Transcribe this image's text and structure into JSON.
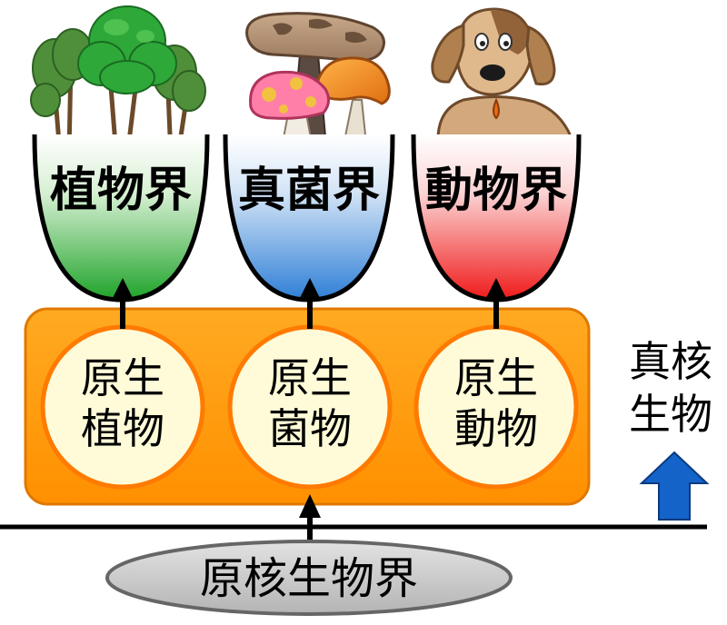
{
  "kingdoms": [
    {
      "label": "植物界",
      "picture": "trees-illustration"
    },
    {
      "label": "真菌界",
      "picture": "mushrooms-illustration"
    },
    {
      "label": "動物界",
      "picture": "dog-illustration"
    }
  ],
  "protists": [
    {
      "line1": "原生",
      "line2": "植物"
    },
    {
      "line1": "原生",
      "line2": "菌物"
    },
    {
      "line1": "原生",
      "line2": "動物"
    }
  ],
  "eukaryote_label": {
    "line1": "真核",
    "line2": "生物"
  },
  "prokaryote_label": "原核生物界",
  "colors": {
    "plant_cup": "#1fa32a",
    "fungi_cup": "#2f7fd6",
    "animal_cup": "#f01a1a",
    "protist_box": "#ff9a0a",
    "protist_box_border": "#e07800",
    "protist_circle": "#fffbd8",
    "up_arrow": "#1463c8",
    "prokaryote_ellipse": "#c8c8c8"
  }
}
